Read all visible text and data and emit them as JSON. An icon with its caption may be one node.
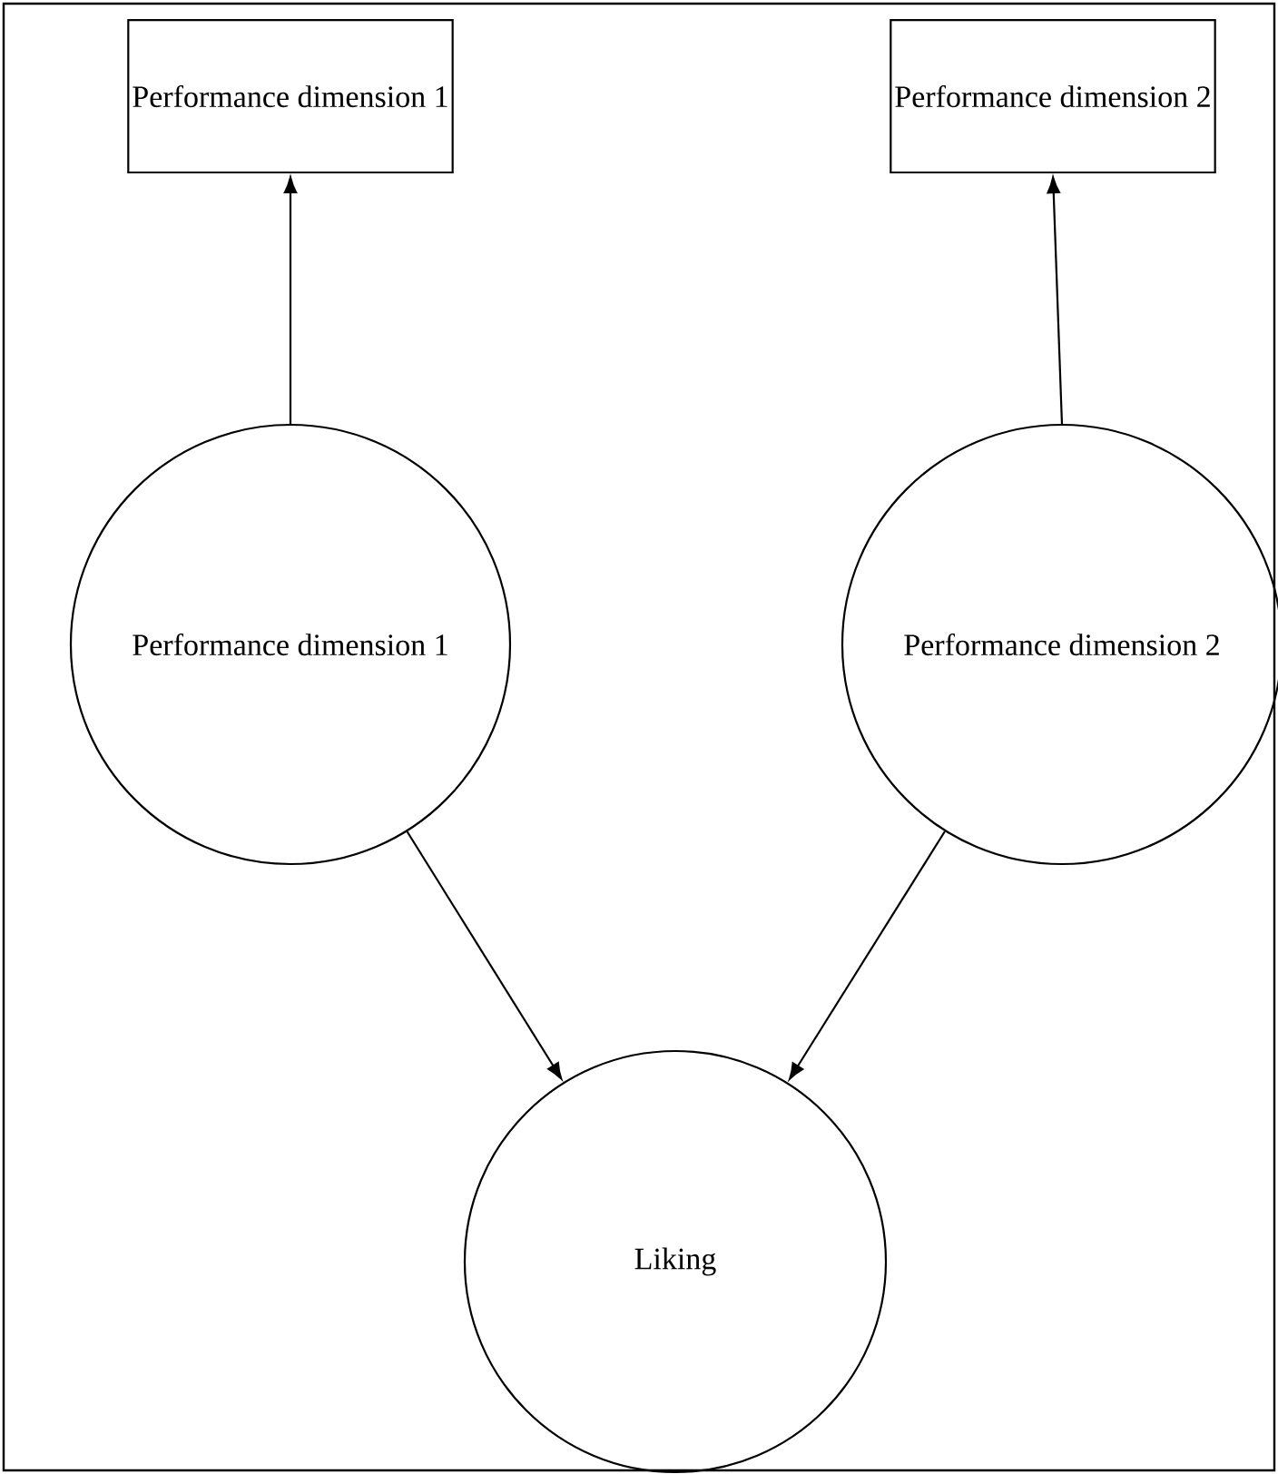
{
  "diagram": {
    "nodes": [
      {
        "text": [
          "Performance dimension 1"
        ]
      },
      {
        "text": [
          "Performance dimension 2"
        ]
      },
      {
        "text": [
          "Performance dimension 1"
        ]
      },
      {
        "text": [
          "Performance dimension 2"
        ]
      },
      {
        "text": [
          "Liking"
        ]
      }
    ],
    "edges": [
      {
        "from": 2,
        "to": 0,
        "arrow": "to"
      },
      {
        "from": 3,
        "to": 1,
        "arrow": "to"
      },
      {
        "from": 2,
        "to": 4,
        "arrow": "to"
      },
      {
        "from": 3,
        "to": 4,
        "arrow": "to"
      }
    ]
  }
}
